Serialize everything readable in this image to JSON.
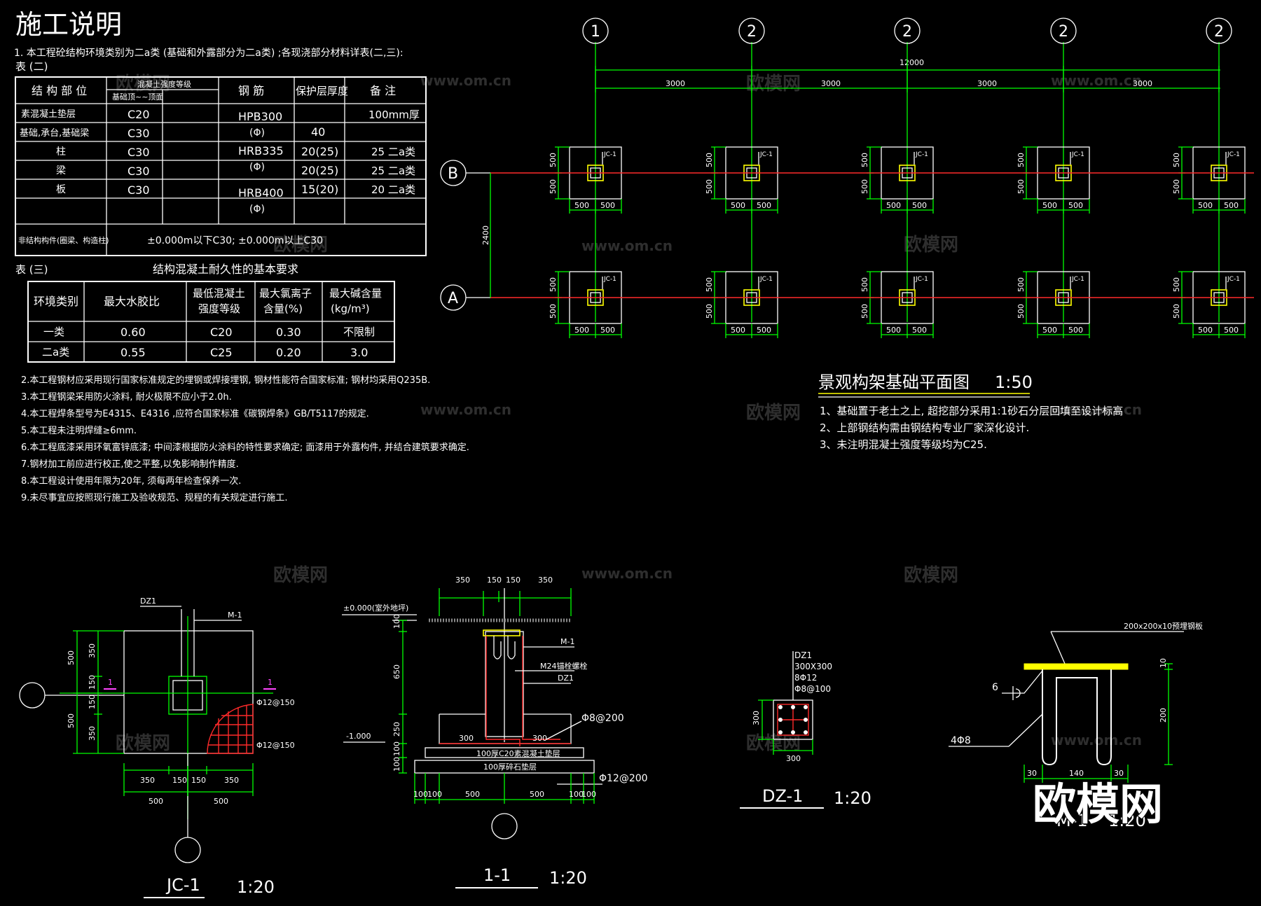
{
  "title": "施工说明",
  "note1": "1.    本工程砼结构环境类别为二a类 (基础和外露部分为二a类) ;各现浇部分材料详表(二,三):",
  "table2": {
    "label": "表 (二)",
    "h_part": "结 构 部 位",
    "h_grade": "混凝土强度等级",
    "h_grade_sub": "基础顶~~顶面",
    "h_steel": "钢  筋",
    "h_cover": "保护层厚度",
    "h_note": "备   注",
    "rows": [
      {
        "part": "素混凝土垫层",
        "grade": "C20",
        "note": "100mm厚"
      },
      {
        "part": "基础,承台,基础梁",
        "grade": "C30",
        "cover": "40"
      },
      {
        "part": "柱",
        "grade": "C30",
        "cover": "20(25)",
        "note": "25 二a类"
      },
      {
        "part": "梁",
        "grade": "C30",
        "cover": "20(25)",
        "note": "25 二a类"
      },
      {
        "part": "板",
        "grade": "C30",
        "cover": "15(20)",
        "note": "20 二a类"
      }
    ],
    "steel1": "HPB300",
    "steel1_sym": "(Φ)",
    "steel2": "HRB335",
    "steel2_sym": "(Φ)",
    "steel3": "HRB400",
    "steel3_sym": "(Φ)",
    "misc_label": "非结构构件(圈梁、构造柱)",
    "misc_a": "±0.000m以下C30;",
    "misc_b": "±0.000m以上C30"
  },
  "table3": {
    "label": "表 (三)",
    "title": "结构混凝土耐久性的基本要求",
    "headers": [
      "环境类别",
      "最大水胶比",
      "最低混凝土",
      "强度等级",
      "最大氯离子",
      "含量(%)",
      "最大碱含量",
      "(kg/m³)"
    ],
    "rows": [
      [
        "一类",
        "0.60",
        "C20",
        "0.30",
        "不限制"
      ],
      [
        "二a类",
        "0.55",
        "C25",
        "0.20",
        "3.0"
      ]
    ]
  },
  "notes": [
    "2.本工程钢材应采用现行国家标准规定的埋钢或焊接埋钢, 钢材性能符合国家标准; 钢材均采用Q235B.",
    "3.本工程钢梁采用防火涂料, 耐火极限不应小于2.0h.",
    "4.本工程焊条型号为E4315、E4316 ,应符合国家标准《碳钢焊条》GB/T5117的规定.",
    "5.本工程未注明焊缝≥6mm.",
    "6.本工程底漆采用环氧富锌底漆; 中间漆根据防火涂料的特性要求确定; 面漆用于外露构件, 并结合建筑要求确定.",
    "7.钢材加工前应进行校正,使之平整,以免影响制作精度.",
    "8.本工程设计使用年限为20年, 须每两年检查保养一次.",
    "9.未尽事宜应按照现行施工及验收规范、规程的有关规定进行施工."
  ],
  "plan": {
    "axis_labels": [
      "1",
      "2",
      "2",
      "2",
      "2"
    ],
    "row_labels": [
      "B",
      "A"
    ],
    "total_dim": "12000",
    "span_dims": [
      "3000",
      "3000",
      "3000",
      "3000"
    ],
    "row_dim": "2400",
    "dim500": "500",
    "footing_tag": "JC-1",
    "title": "景观构架基础平面图",
    "scale": "1:50",
    "notes": [
      "1、基础置于老土之上, 超挖部分采用1:1砂石分层回填至设计标高",
      "2、上部钢结构需由钢结构专业厂家深化设计.",
      "3、未注明混凝土强度等级均为C25."
    ]
  },
  "jc1": {
    "tag_dz": "DZ1",
    "tag_m": "M-1",
    "section_mark": "1",
    "rebar1": "Φ12@150",
    "rebar2": "Φ12@150",
    "dims_v": [
      "500",
      "350",
      "150",
      "150",
      "350",
      "500"
    ],
    "dims_h": [
      "350",
      "150",
      "150",
      "350"
    ],
    "dims_h2": [
      "500",
      "500"
    ],
    "name": "JC-1",
    "scale": "1:20"
  },
  "sec11": {
    "top_dims": [
      "350",
      "150",
      "150",
      "350"
    ],
    "level0": "±0.000(室外地坪)",
    "level1": "-1.000",
    "v_dims": [
      "100",
      "650",
      "250",
      "100",
      "100"
    ],
    "tag_m": "M-1",
    "tag_bolt": "M24锚栓螺栓",
    "tag_dz": "DZ1",
    "rebar_a": "Φ8@200",
    "rebar_b": "Φ12@200",
    "d300a": "300",
    "d300b": "300",
    "layer1": "100厚C20素混凝土垫层",
    "layer2": "100厚碎石垫层",
    "bot_dims": [
      "100",
      "100",
      "500",
      "500",
      "100",
      "100"
    ],
    "name": "1-1",
    "scale": "1:20"
  },
  "dz1": {
    "lines": [
      "DZ1",
      "300X300",
      "8Φ12",
      "Φ8@100"
    ],
    "dim_v": "300",
    "dim_h": "300",
    "name": "DZ-1",
    "scale": "1:20"
  },
  "m1": {
    "plate": "200x200x10预埋钢板",
    "d10": "10",
    "d200": "200",
    "weld": "6",
    "bars": "4Φ8",
    "bot_dims": [
      "30",
      "140",
      "30"
    ],
    "name": "M-1",
    "scale": "1:20"
  },
  "watermark": "欧模网",
  "watermark_url": "www.om.cn",
  "logo": "欧模网"
}
